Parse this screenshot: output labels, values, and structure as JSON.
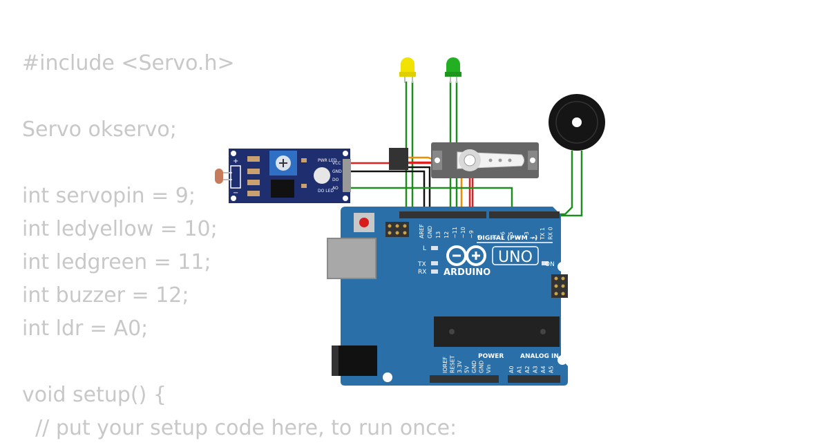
{
  "code_lines": [
    "#include <Servo.h>",
    "",
    "Servo okservo;",
    "",
    "int servopin = 9;",
    "int ledyellow = 10;",
    "int ledgreen = 11;",
    "int buzzer = 12;",
    "int ldr = A0;",
    "",
    "void setup() {",
    "  // put your setup code here, to run once:"
  ],
  "arduino": {
    "brand": "ARDUINO",
    "model": "UNO",
    "digital_label": "DIGITAL (PWM ~)",
    "power_label": "POWER",
    "analog_label": "ANALOG IN",
    "on_label": "ON",
    "l_label": "L",
    "tx_label": "TX",
    "rx_label": "RX",
    "digital_pins": [
      "AREF",
      "GND",
      "13",
      "12",
      "~11",
      "~10",
      "~9",
      "8",
      "7",
      "~6",
      "~5",
      "4",
      "~3",
      "2",
      "TX 1",
      "RX 0"
    ],
    "power_pins": [
      "IOREF",
      "RESET",
      "3.3V",
      "5V",
      "GND",
      "GND",
      "Vin"
    ],
    "analog_pins": [
      "A0",
      "A1",
      "A2",
      "A3",
      "A4",
      "A5"
    ]
  },
  "ldr_module": {
    "labels": [
      "PWR LED",
      "VCC",
      "GND",
      "DO",
      "AO",
      "DO LED"
    ],
    "plus": "+",
    "minus": "−"
  },
  "colors": {
    "board": "#2a6fa8",
    "wire_green": "#1e8c1e",
    "wire_red": "#e02020",
    "wire_black": "#111111",
    "wire_orange": "#f08c00",
    "code_text": "#c8c8c8",
    "module": "#1e2e6e"
  },
  "icons": [
    "yellow-led-icon",
    "green-led-icon",
    "buzzer-icon",
    "servo-icon",
    "usb-port-icon",
    "power-jack-icon",
    "reset-button-icon"
  ]
}
